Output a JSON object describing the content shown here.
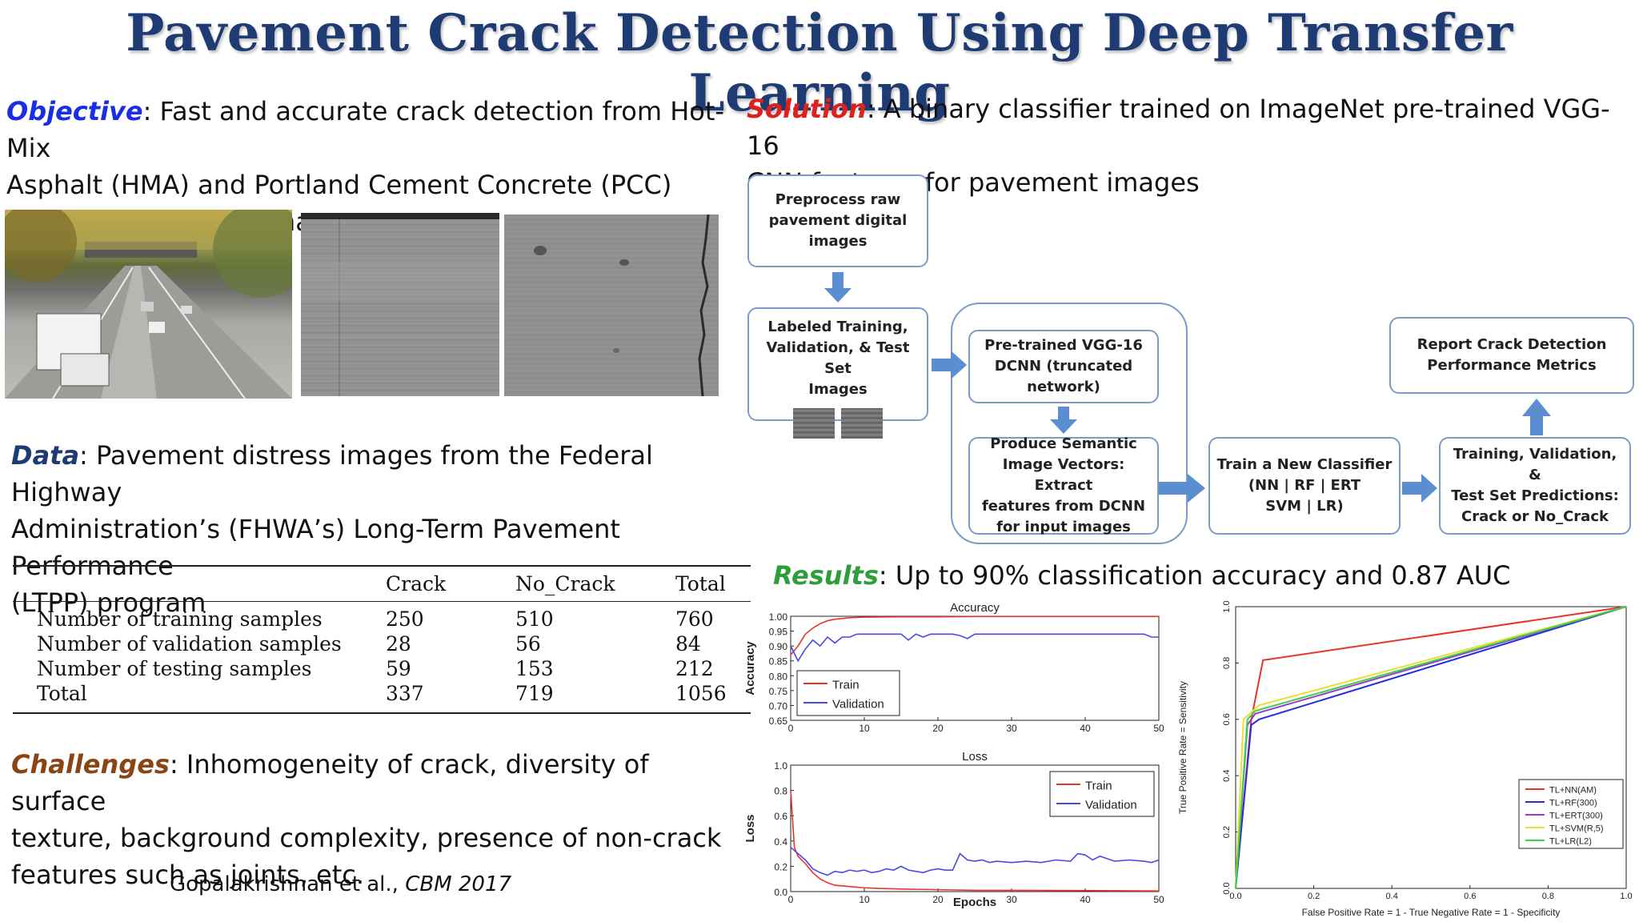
{
  "title": "Pavement Crack Detection Using Deep Transfer Learning",
  "objective": {
    "label": "Objective",
    "line1": ": Fast and accurate crack detection from Hot-Mix",
    "line2": "Asphalt (HMA) and Portland Cement Concrete (PCC)",
    "line3": "surfaced pavement images"
  },
  "data_section": {
    "label": "Data",
    "line1": ": Pavement distress images from the Federal Highway",
    "line2": "Administration’s (FHWA’s) Long-Term Pavement Performance",
    "line3": "(LTPP) program"
  },
  "table": {
    "headers": [
      "",
      "Crack",
      "No_Crack",
      "Total"
    ],
    "rows": [
      [
        "Number of training samples",
        "250",
        "510",
        "760"
      ],
      [
        "Number of validation samples",
        "28",
        "56",
        "84"
      ],
      [
        "Number of testing samples",
        "59",
        "153",
        "212"
      ],
      [
        "Total",
        "337",
        "719",
        "1056"
      ]
    ]
  },
  "challenges": {
    "label": "Challenges",
    "line1": ": Inhomogeneity of crack, diversity of surface",
    "line2": "texture, background complexity, presence of non-crack",
    "line3": "features such as joints, etc."
  },
  "citation": {
    "authors": "Gopalakrishnan et al., ",
    "venue": "CBM 2017"
  },
  "solution": {
    "label": "Solution",
    "line1": ": A binary classifier trained on ImageNet pre-trained VGG-16",
    "line2": "CNN features for pavement images"
  },
  "flow": {
    "preprocess": [
      "Preprocess raw",
      "pavement digital",
      "images"
    ],
    "labeled": [
      "Labeled Training,",
      "Validation, & Test Set",
      "Images"
    ],
    "vgg": [
      "Pre-trained VGG-16",
      "DCNN (truncated",
      "network)"
    ],
    "semantic": [
      "Produce Semantic",
      "Image Vectors: Extract",
      "features from DCNN",
      "for input images"
    ],
    "train": [
      "Train a New Classifier",
      "(NN | RF | ERT",
      "SVM | LR)"
    ],
    "predict": [
      "Training, Validation, &",
      "Test Set Predictions:",
      "Crack or No_Crack"
    ],
    "report": [
      "Report Crack Detection",
      "Performance Metrics"
    ]
  },
  "results": {
    "label": "Results",
    "text": ": Up to 90% classification accuracy and 0.87 AUC"
  },
  "colors": {
    "title": "#1f3b73",
    "objective": "#1a2ee6",
    "solution": "#e0201b",
    "data": "#1f3b73",
    "challenges": "#8b4513",
    "results": "#2e9e3a",
    "flow_border": "#7a9cc6",
    "flow_arrow": "#5b8ed0"
  },
  "chart_data": [
    {
      "type": "line",
      "title": "Accuracy",
      "xlabel": "",
      "ylabel": "Accuracy",
      "xlim": [
        0,
        50
      ],
      "ylim": [
        0.65,
        1.0
      ],
      "xticks": [
        "0",
        "10",
        "20",
        "30",
        "40",
        "50"
      ],
      "yticks": [
        "0.65",
        "0.70",
        "0.75",
        "0.80",
        "0.85",
        "0.90",
        "0.95",
        "1.00"
      ],
      "legend_position": "bottom-left",
      "series": [
        {
          "name": "Train",
          "color": "#e8332a",
          "x": [
            0,
            1,
            2,
            3,
            4,
            5,
            6,
            8,
            10,
            15,
            20,
            25,
            30,
            35,
            40,
            45,
            50
          ],
          "y": [
            0.87,
            0.9,
            0.94,
            0.96,
            0.975,
            0.985,
            0.99,
            0.995,
            0.997,
            0.998,
            0.998,
            0.999,
            0.999,
            0.999,
            0.999,
            0.999,
            0.999
          ]
        },
        {
          "name": "Validation",
          "color": "#4a4ae0",
          "x": [
            0,
            1,
            2,
            3,
            4,
            5,
            6,
            7,
            8,
            9,
            10,
            11,
            12,
            13,
            14,
            15,
            16,
            17,
            18,
            19,
            20,
            21,
            22,
            23,
            24,
            25,
            26,
            28,
            30,
            35,
            40,
            45,
            48,
            49,
            50
          ],
          "y": [
            0.9,
            0.85,
            0.89,
            0.92,
            0.9,
            0.93,
            0.91,
            0.93,
            0.93,
            0.94,
            0.94,
            0.94,
            0.94,
            0.94,
            0.94,
            0.94,
            0.92,
            0.94,
            0.93,
            0.94,
            0.94,
            0.94,
            0.94,
            0.935,
            0.925,
            0.94,
            0.94,
            0.94,
            0.94,
            0.94,
            0.94,
            0.94,
            0.94,
            0.93,
            0.93
          ]
        }
      ]
    },
    {
      "type": "line",
      "title": "Loss",
      "xlabel": "Epochs",
      "ylabel": "Loss",
      "xlim": [
        0,
        50
      ],
      "ylim": [
        0.0,
        1.0
      ],
      "xticks": [
        "0",
        "10",
        "20",
        "30",
        "40",
        "50"
      ],
      "yticks": [
        "0.0",
        "0.2",
        "0.4",
        "0.6",
        "0.8",
        "1.0"
      ],
      "legend_position": "top-right",
      "series": [
        {
          "name": "Train",
          "color": "#e8332a",
          "x": [
            0,
            0.5,
            1,
            2,
            3,
            4,
            5,
            6,
            8,
            10,
            12,
            15,
            20,
            25,
            30,
            40,
            50
          ],
          "y": [
            0.8,
            0.35,
            0.28,
            0.22,
            0.15,
            0.1,
            0.07,
            0.05,
            0.04,
            0.03,
            0.025,
            0.02,
            0.015,
            0.01,
            0.01,
            0.008,
            0.005
          ]
        },
        {
          "name": "Validation",
          "color": "#4a4ae0",
          "x": [
            0,
            1,
            2,
            3,
            4,
            5,
            6,
            7,
            8,
            9,
            10,
            11,
            12,
            13,
            14,
            15,
            16,
            17,
            18,
            19,
            20,
            21,
            22,
            23,
            24,
            25,
            26,
            27,
            28,
            30,
            32,
            34,
            36,
            38,
            39,
            40,
            41,
            42,
            44,
            46,
            48,
            49,
            50
          ],
          "y": [
            0.35,
            0.3,
            0.25,
            0.18,
            0.15,
            0.13,
            0.16,
            0.15,
            0.17,
            0.16,
            0.17,
            0.15,
            0.16,
            0.18,
            0.17,
            0.2,
            0.17,
            0.16,
            0.15,
            0.17,
            0.18,
            0.17,
            0.17,
            0.3,
            0.25,
            0.24,
            0.25,
            0.23,
            0.24,
            0.23,
            0.24,
            0.23,
            0.25,
            0.24,
            0.3,
            0.29,
            0.25,
            0.28,
            0.24,
            0.25,
            0.24,
            0.23,
            0.25
          ]
        }
      ]
    },
    {
      "type": "line",
      "title": "",
      "xlabel": "False Positive Rate = 1 - True Negative Rate = 1 - Specificity",
      "ylabel": "True Positive Rate = Sensitivity",
      "xlim": [
        0.0,
        1.0
      ],
      "ylim": [
        0.0,
        1.0
      ],
      "xticks": [
        "0.0",
        "0.2",
        "0.4",
        "0.6",
        "0.8",
        "1.0"
      ],
      "yticks": [
        "0.0",
        "0.2",
        "0.4",
        "0.6",
        "0.8",
        "1.0"
      ],
      "legend_position": "bottom-right",
      "series": [
        {
          "name": "TL+NN(AM)",
          "color": "#e8332a",
          "x": [
            0,
            0.04,
            0.07,
            1.0
          ],
          "y": [
            0,
            0.6,
            0.81,
            1.0
          ]
        },
        {
          "name": "TL+RF(300)",
          "color": "#2a2ae0",
          "x": [
            0,
            0.04,
            0.06,
            1.0
          ],
          "y": [
            0,
            0.58,
            0.6,
            1.0
          ]
        },
        {
          "name": "TL+ERT(300)",
          "color": "#9a3ad0",
          "x": [
            0,
            0.03,
            0.05,
            1.0
          ],
          "y": [
            0,
            0.58,
            0.62,
            1.0
          ]
        },
        {
          "name": "TL+SVM(R,5)",
          "color": "#e8e030",
          "x": [
            0,
            0.02,
            0.06,
            1.0
          ],
          "y": [
            0,
            0.6,
            0.65,
            1.0
          ]
        },
        {
          "name": "TL+LR(L2)",
          "color": "#3ad04a",
          "x": [
            0,
            0.03,
            0.05,
            1.0
          ],
          "y": [
            0,
            0.6,
            0.63,
            1.0
          ]
        }
      ]
    }
  ]
}
